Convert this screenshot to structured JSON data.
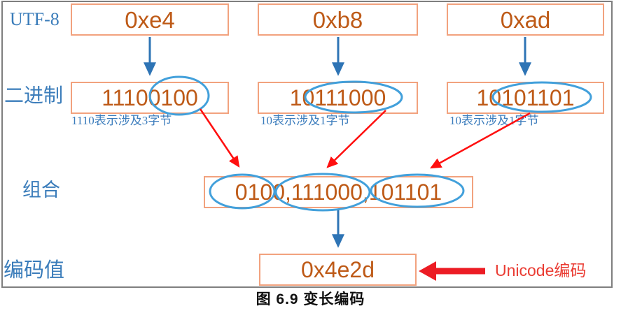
{
  "figure": {
    "caption": "图 6.9 变长编码"
  },
  "labels": {
    "utf8": "UTF-8",
    "binary": "二进制",
    "combine": "组合",
    "encoded": "编码值"
  },
  "columns": [
    {
      "hex": "0xe4",
      "binary": "11100100",
      "note": "1110表示涉及3字节"
    },
    {
      "hex": "0xb8",
      "binary": "10111000",
      "note": "10表示涉及1字节"
    },
    {
      "hex": "0xad",
      "binary": "10101101",
      "note": "10表示涉及1字节"
    }
  ],
  "combined": {
    "value": "0100,111000,101101"
  },
  "encoded": {
    "value": "0x4e2d",
    "annotation": "Unicode编码"
  },
  "colors": {
    "frame_border": "#7F7F7F",
    "box_border": "#F2A27E",
    "value_text": "#BE5A17",
    "label_blue": "#3A7CBA",
    "note_blue": "#3B7CBC",
    "arrow_blue": "#2E74B5",
    "ellipse_blue": "#42A0DB",
    "arrow_red": "#FF0F0F",
    "big_arrow_red": "#EC1C24",
    "unicode_text_red": "#EA3B32"
  }
}
